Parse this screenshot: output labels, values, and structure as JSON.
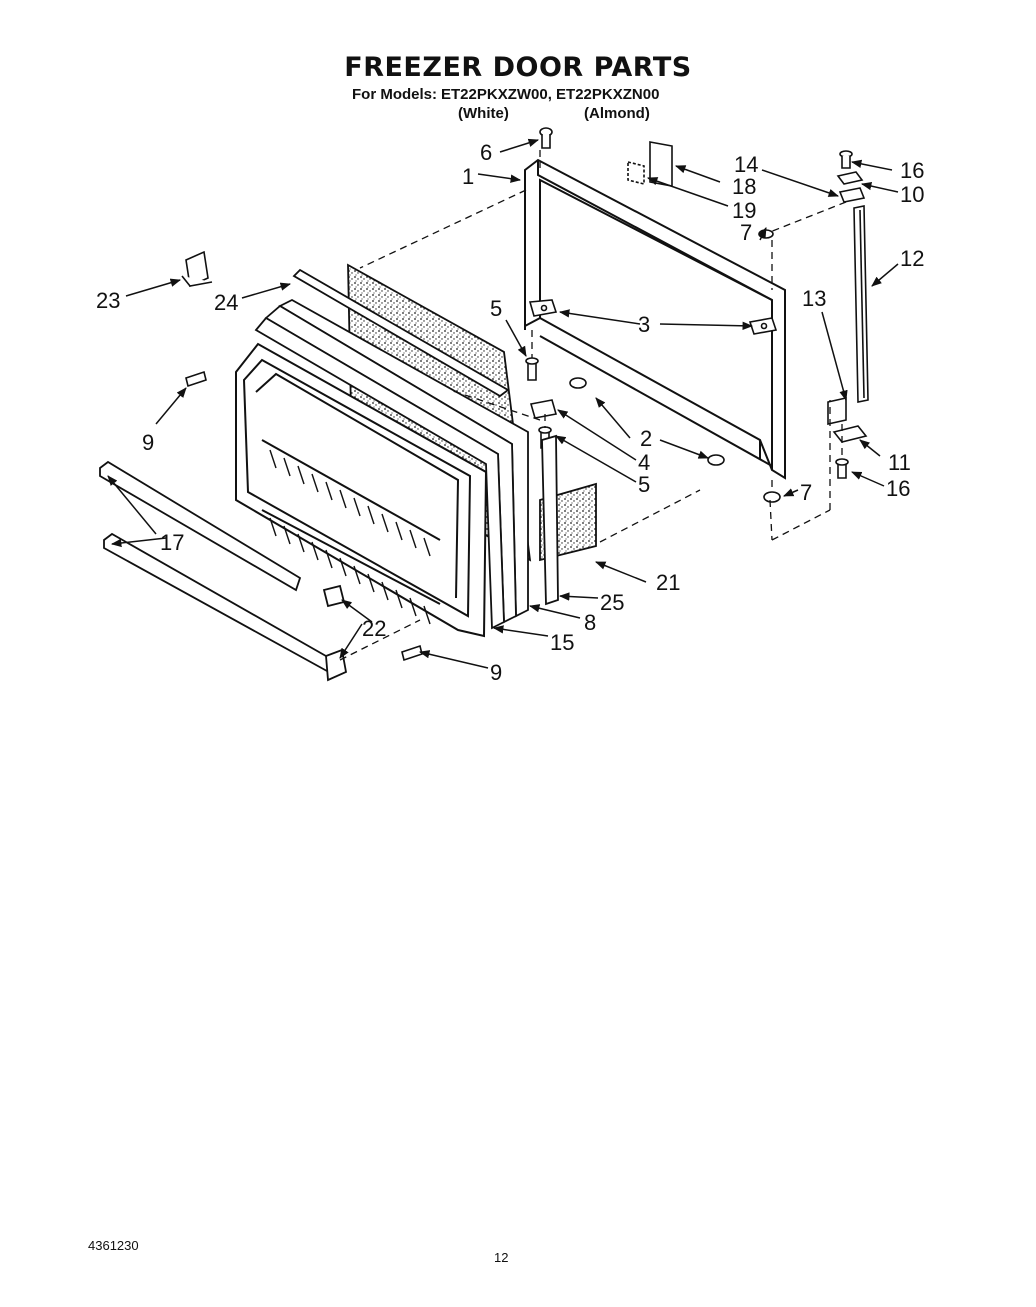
{
  "header": {
    "title": "FREEZER DOOR PARTS",
    "models_label": "For Models:",
    "models": "ET22PKXZW00, ET22PKXZN00",
    "color_white": "(White)",
    "color_almond": "(Almond)"
  },
  "callouts": [
    "1",
    "2",
    "3",
    "4",
    "5",
    "5",
    "6",
    "7",
    "7",
    "8",
    "9",
    "9",
    "10",
    "11",
    "12",
    "13",
    "14",
    "15",
    "16",
    "16",
    "17",
    "18",
    "19",
    "21",
    "22",
    "23",
    "24",
    "25"
  ],
  "footer": {
    "doc_number": "4361230",
    "page_number": "12"
  }
}
